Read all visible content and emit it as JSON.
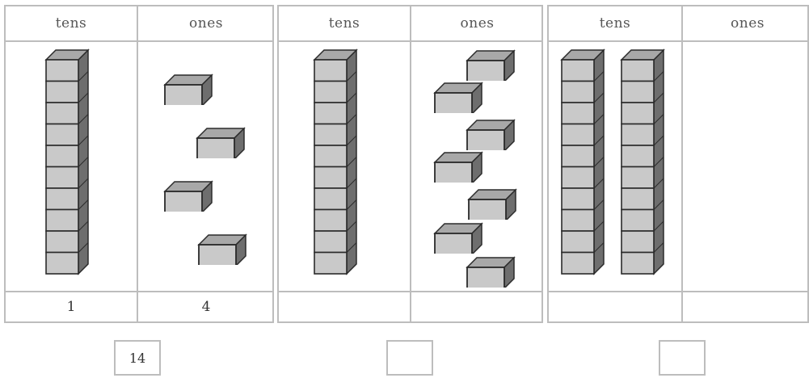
{
  "panels": [
    {
      "tens_header": "tens",
      "ones_header": "ones",
      "tens_count": 1,
      "ones_count": 4,
      "tens_value": "1",
      "ones_value": "4",
      "answer": "14"
    },
    {
      "tens_header": "tens",
      "ones_header": "ones",
      "tens_count": 1,
      "ones_count": 7,
      "tens_value": "",
      "ones_value": "",
      "answer": ""
    },
    {
      "tens_header": "tens",
      "ones_header": "ones",
      "tens_count": 2,
      "ones_count": 0,
      "tens_value": "",
      "ones_value": "",
      "answer": ""
    }
  ],
  "colors": {
    "block_face": "#c9c9c9",
    "block_side": "#6e6e6e",
    "block_top": "#a8a8a8",
    "block_outline": "#2b2b2b",
    "grid_line": "#bdbdbd"
  }
}
